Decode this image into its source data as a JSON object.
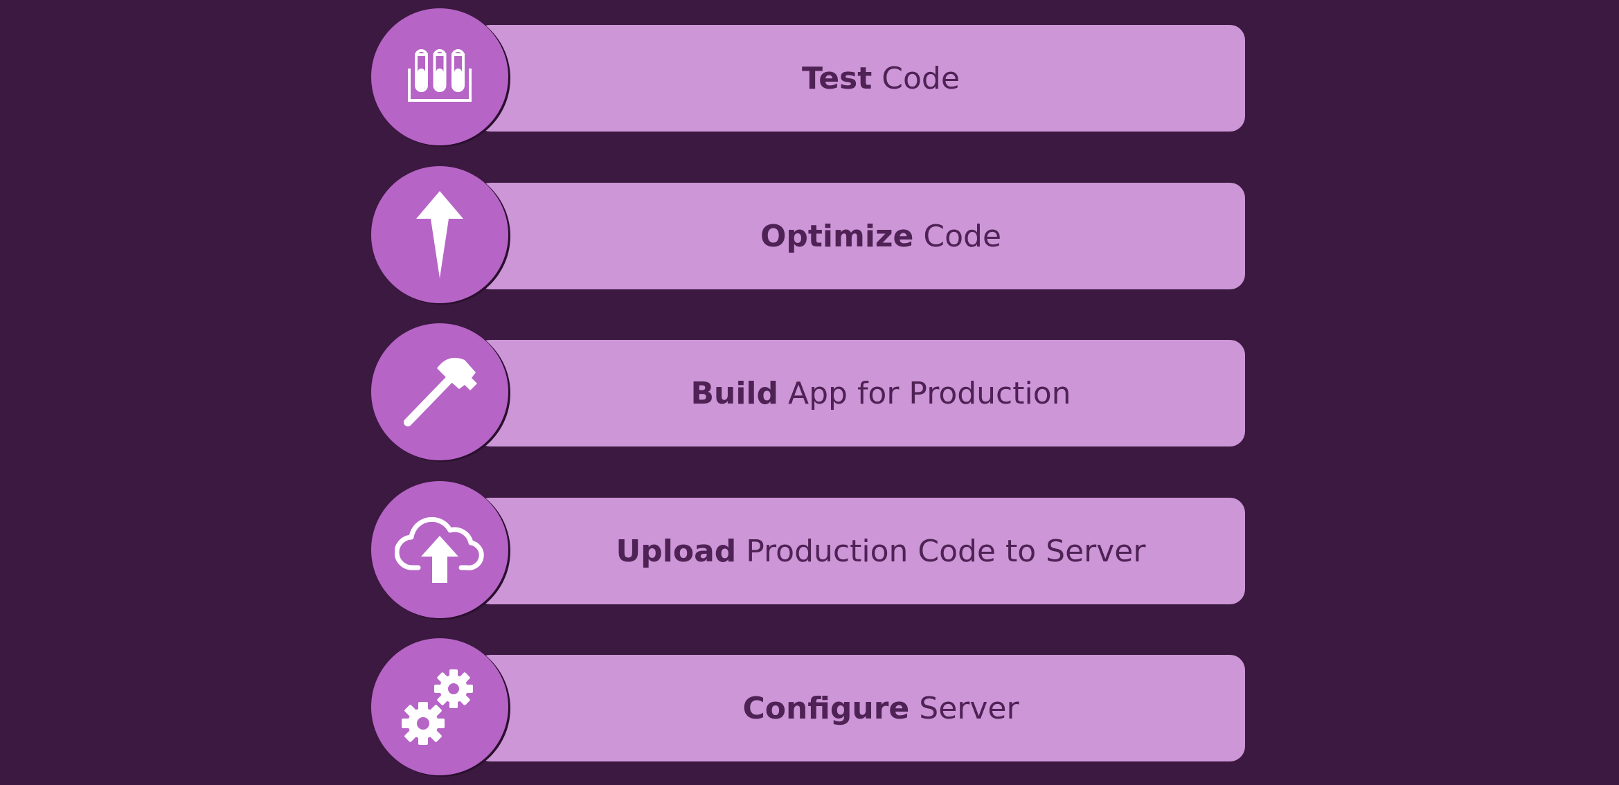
{
  "colors": {
    "background": "#3c1940",
    "bar": "#cd96d7",
    "circle": "#b664c6",
    "text": "#4f2256",
    "icon": "#ffffff"
  },
  "steps": [
    {
      "icon": "test-tubes-icon",
      "strong": "Test",
      "rest": "Code"
    },
    {
      "icon": "arrow-up-icon",
      "strong": "Optimize",
      "rest": "Code"
    },
    {
      "icon": "hammer-icon",
      "strong": "Build",
      "rest": "App for Production"
    },
    {
      "icon": "cloud-upload-icon",
      "strong": "Upload",
      "rest": "Production Code to Server"
    },
    {
      "icon": "gears-icon",
      "strong": "Configure",
      "rest": "Server"
    }
  ]
}
